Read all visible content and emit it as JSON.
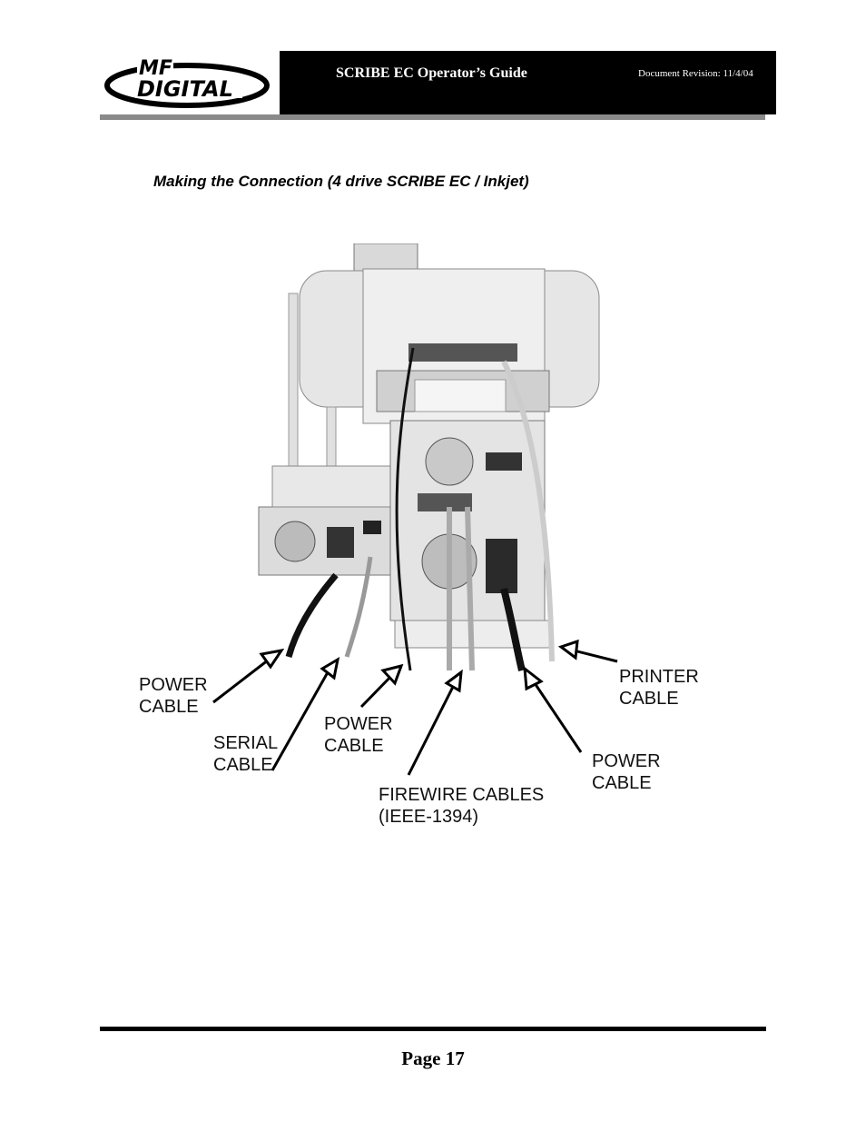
{
  "header": {
    "logo_text": [
      "MF",
      "DIGITAL"
    ],
    "title": "SCRIBE EC Operator’s Guide",
    "revision": "Document Revision: 11/4/04"
  },
  "section": {
    "title": "Making the Connection (4 drive SCRIBE EC / Inkjet)"
  },
  "figure": {
    "callouts": {
      "power_cable_left": [
        "POWER",
        "CABLE"
      ],
      "serial_cable": [
        "SERIAL",
        "CABLE"
      ],
      "power_cable_middle": [
        "POWER",
        "CABLE"
      ],
      "firewire_cables": [
        "FIREWIRE CABLES",
        "(IEEE-1394)"
      ],
      "power_cable_right": [
        "POWER",
        "CABLE"
      ],
      "printer_cable": [
        "PRINTER",
        "CABLE"
      ]
    }
  },
  "footer": {
    "page": "Page 17"
  }
}
